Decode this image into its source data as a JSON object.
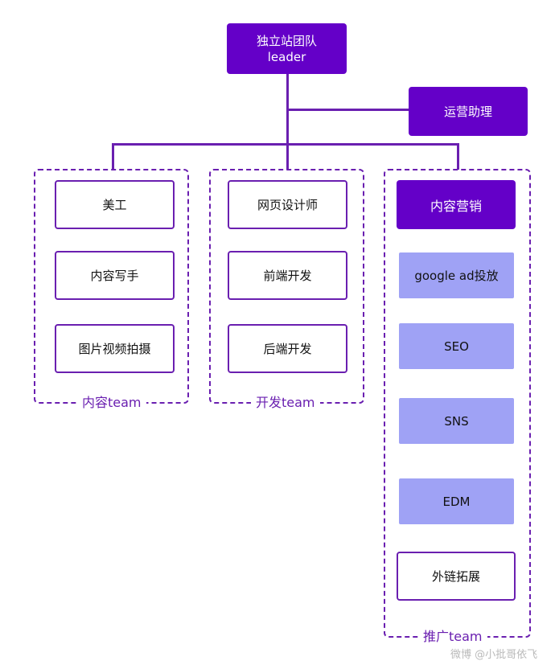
{
  "root": {
    "line1": "独立站团队",
    "line2": "leader"
  },
  "assistant": {
    "label": "运营助理"
  },
  "content_team": {
    "label": "内容team",
    "items": [
      "美工",
      "内容写手",
      "图片视频拍摄"
    ]
  },
  "dev_team": {
    "label": "开发team",
    "items": [
      "网页设计师",
      "前端开发",
      "后端开发"
    ]
  },
  "promo_team": {
    "label": "推广team",
    "head": "内容营销",
    "items": [
      "google ad投放",
      "SEO",
      "SNS",
      "EDM"
    ],
    "last": "外链拓展"
  },
  "watermark": "微博 @小批哥依飞",
  "colors": {
    "primary": "#6400c8",
    "line": "#6a1fb0",
    "light": "#9fa2f5"
  }
}
